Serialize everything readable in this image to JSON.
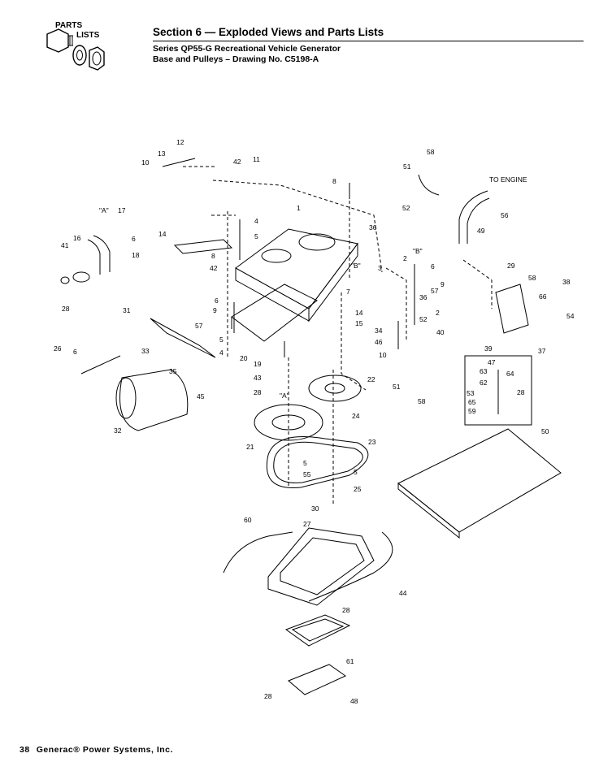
{
  "logo": {
    "line1": "PARTS",
    "line2": "LISTS"
  },
  "header": {
    "section_title": "Section 6 — Exploded Views and Parts Lists",
    "subtitle1": "Series QP55-G Recreational Vehicle Generator",
    "subtitle2": "Base and Pulleys – Drawing No. C5198-A"
  },
  "drawing": {
    "callouts": [
      "12",
      "13",
      "10",
      "42",
      "11",
      "58",
      "51",
      "8",
      "TO ENGINE",
      "\"A\"",
      "17",
      "16",
      "6",
      "18",
      "41",
      "28",
      "14",
      "4",
      "5",
      "1",
      "52",
      "36",
      "2",
      "\"B\"",
      "56",
      "49",
      "8",
      "42",
      "3",
      "\"B\"",
      "6",
      "57",
      "9",
      "29",
      "58",
      "38",
      "66",
      "31",
      "6",
      "9",
      "7",
      "36",
      "14",
      "2",
      "15",
      "52",
      "34",
      "46",
      "10",
      "40",
      "54",
      "39",
      "37",
      "57",
      "5",
      "26",
      "6",
      "33",
      "35",
      "4",
      "20",
      "19",
      "43",
      "22",
      "51",
      "58",
      "47",
      "63",
      "64",
      "62",
      "28",
      "53",
      "65",
      "59",
      "28",
      "\"A\"",
      "45",
      "32",
      "24",
      "50",
      "21",
      "23",
      "5",
      "55",
      "5",
      "25",
      "30",
      "60",
      "27",
      "44",
      "28",
      "61",
      "28",
      "48"
    ]
  },
  "footer": {
    "page": "38",
    "company": "Generac® Power Systems, Inc."
  }
}
